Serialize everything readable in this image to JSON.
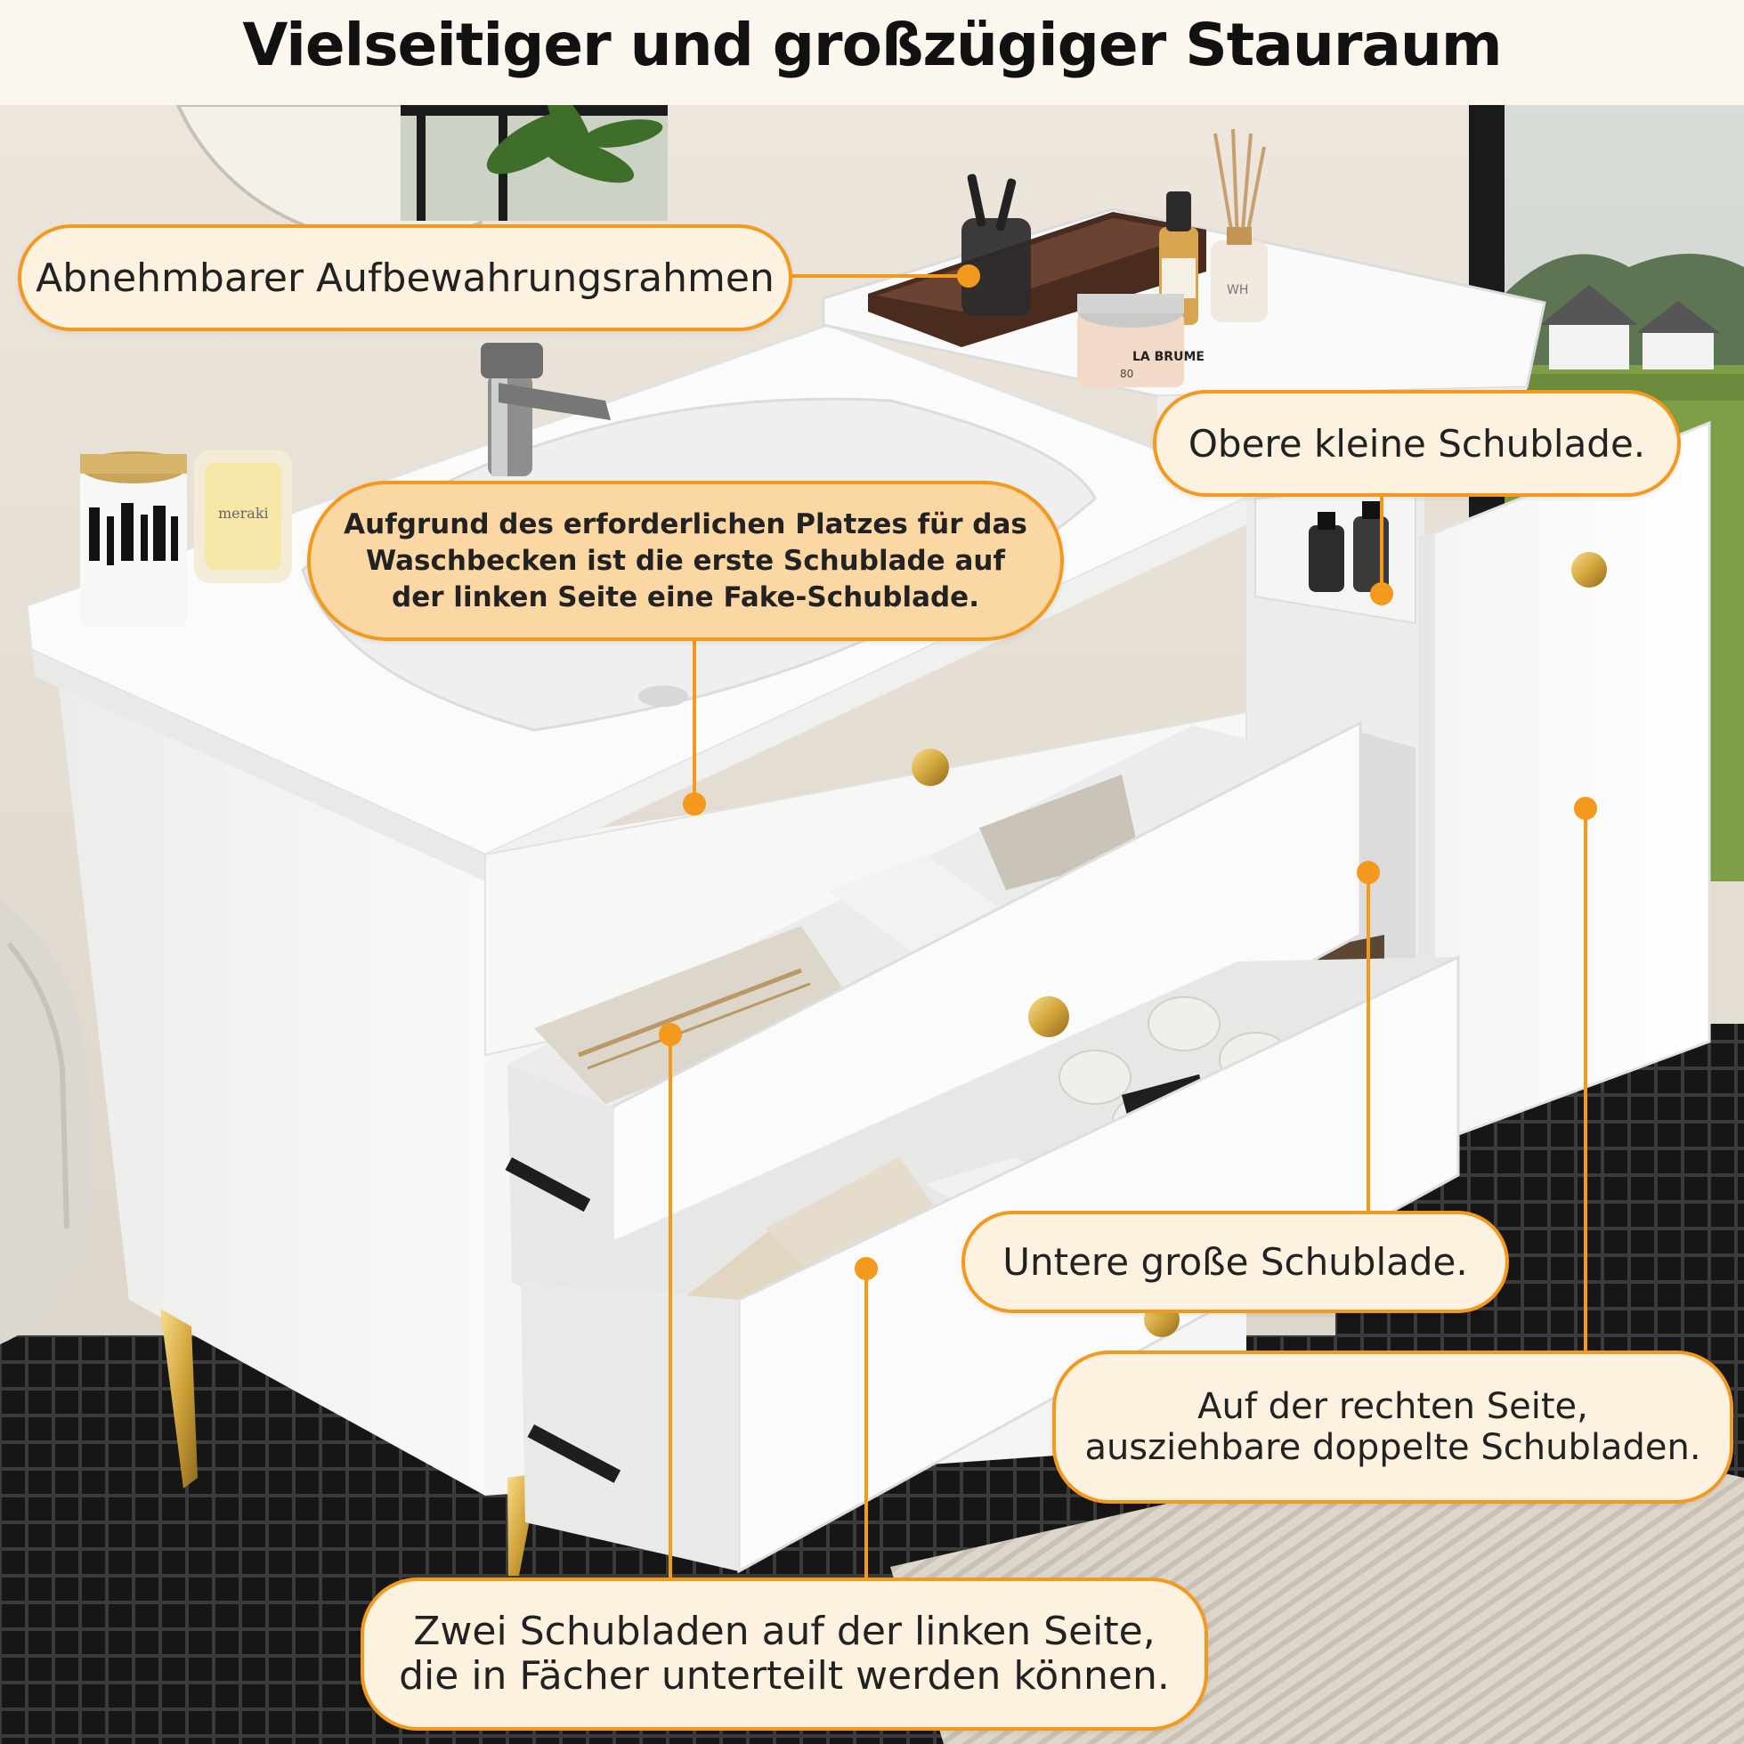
{
  "title": "Vielseitiger und großzügiger Stauraum",
  "callouts": {
    "frame": "Abnehmbarer Aufbewahrungsrahmen",
    "fake_drawer": [
      "Aufgrund des erforderlichen Platzes für das",
      "Waschbecken ist die erste Schublade auf",
      "der linken Seite eine Fake-Schublade."
    ],
    "upper_small": "Obere kleine Schublade.",
    "lower_large": "Untere große Schublade.",
    "right_side": [
      "Auf der rechten Seite,",
      "ausziehbare doppelte Schubladen."
    ],
    "left_two": [
      "Zwei Schubladen auf der linken Seite,",
      "die in Fächer unterteilt werden können."
    ]
  },
  "product_labels": {
    "jar_brand": "LA BRUME",
    "candle_label": "meraki",
    "jar_number": "80",
    "bottle_label": "WH"
  },
  "colors": {
    "accent": "#f39a1e",
    "callout_bg": "#fdf1df",
    "callout_highlight": "#fbd7a3",
    "banner_bg": "#fbf6ee"
  }
}
